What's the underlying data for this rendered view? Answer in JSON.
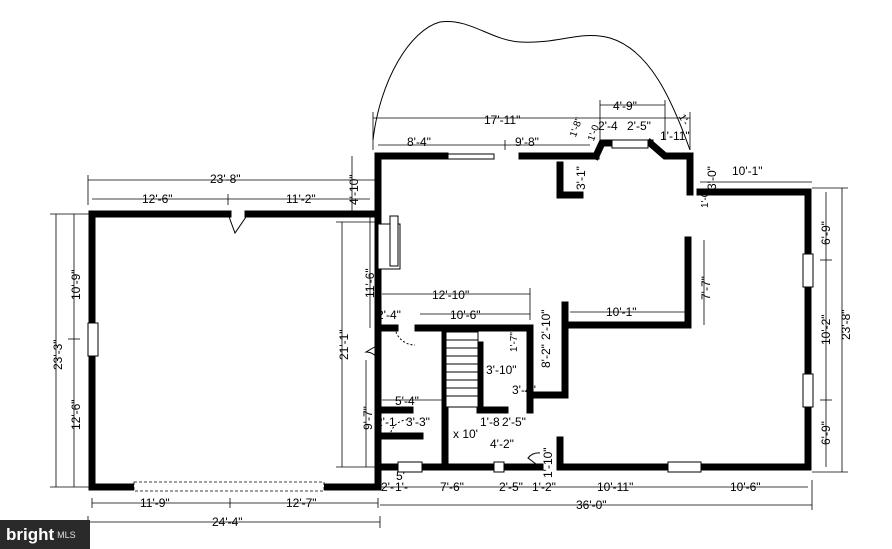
{
  "watermark": {
    "brand": "bright",
    "suffix": "MLS"
  },
  "dimension_labels": {
    "d_17_11": "17'-11\"",
    "d_4_9": "4'-9\"",
    "d_8_4": "8'-4\"",
    "d_9_8": "9'-8\"",
    "d_1_8": "1'-8\"",
    "d_1_0": "1'-0",
    "d_2_4": "2'-4",
    "d_2_5a": "2'-5\"",
    "d_1_11": "1'-11\"",
    "d_1_x": "1'-",
    "d_23_8top": "23'-8\"",
    "d_4_10": "4'-10\"",
    "d_3_0": "3'-0\"",
    "d_10_1top": "10'-1\"",
    "d_3_1": "3'-1\"",
    "d_1_0b": "1'-0\"",
    "d_12_6top": "12'-6\"",
    "d_11_2": "11'-2\"",
    "d_10_9": "10'-9\"",
    "d_23_3": "23'-3\"",
    "d_12_6left": "12'-6\"",
    "d_11_6": "11'-6\"",
    "d_21_1": "21'-1\"",
    "d_9_7": "9'-7\"",
    "d_12_10": "12'-10\"",
    "d_2_4b": "2'-4\"",
    "d_10_6mid": "10'-6\"",
    "d_1_7": "1'-7\"",
    "d_2_10": "2'-10\"",
    "d_8_2": "8'-2\"",
    "d_10_1mid": "10'-1\"",
    "d_7_7": "7'-7\"",
    "d_6_9a": "6'-9\"",
    "d_10_2": "10'-2\"",
    "d_23_8right": "23'-8\"",
    "d_6_9b": "6'-9\"",
    "d_3_10": "3'-10\"",
    "d_3_4": "3'-4\"",
    "d_5_4": "5'-4\"",
    "d_2_1": "2'-1",
    "d_3_3": "3'-3\"",
    "d_1_8b": "1'-8",
    "d_2_5b": "2'-5\"",
    "d_4_2": "4'-2\"",
    "d_1_10": "1'-10\"",
    "d_x_10": "x 10'",
    "d_5": "5'",
    "d_2_bot": "2'-",
    "d_1_bot": "1'-",
    "d_7_6": "7'-6\"",
    "d_2_5c": "2'-5\"",
    "d_1_2": "1'-2\"",
    "d_10_11": "10'-11\"",
    "d_10_6bot": "10'-6\"",
    "d_11_9": "11'-9\"",
    "d_12_7": "12'-7\"",
    "d_24_4": "24'-4\"",
    "d_36_0": "36'-0\""
  }
}
